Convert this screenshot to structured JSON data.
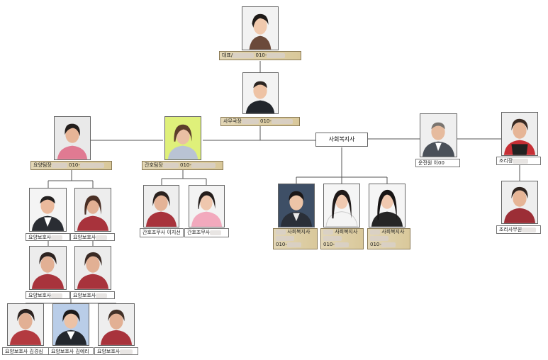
{
  "colors": {
    "label_tan": "#d9c89a",
    "line": "#555555",
    "uniform_red": "#a8333c"
  },
  "nodes": {
    "director": {
      "title": "대표",
      "phone": "010-"
    },
    "secretary": {
      "title": "사무국장",
      "phone": "010-"
    },
    "care_team": {
      "title": "요양팀장",
      "phone": "010-"
    },
    "nurse_team": {
      "title": "간호팀장",
      "phone": "010-"
    },
    "social_worker_group": {
      "title": "사회복지사"
    },
    "clerk": {
      "title": "운전원 이00"
    },
    "cook_lead": {
      "title": "조리장"
    },
    "cook_assist": {
      "title": "조리사무원"
    },
    "caregiver_1": {
      "title": "요양보호사"
    },
    "caregiver_2": {
      "title": "요양보호사"
    },
    "caregiver_3": {
      "title": "요양보호사"
    },
    "caregiver_4": {
      "title": "요양보호사"
    },
    "caregiver_5": {
      "title": "요양보호사 김경심"
    },
    "caregiver_6": {
      "title": "요양보호사 김예리"
    },
    "caregiver_7": {
      "title": "요양보호사"
    },
    "nurse_aide_1": {
      "title": "간호조무사 이지선"
    },
    "nurse_aide_2": {
      "title": "간호조무사"
    },
    "social_1": {
      "title": "사회복지사",
      "phone": "010-"
    },
    "social_2": {
      "title": "사회복지사",
      "phone": "010-"
    },
    "social_3": {
      "title": "사회복지사",
      "phone": "010-"
    }
  }
}
